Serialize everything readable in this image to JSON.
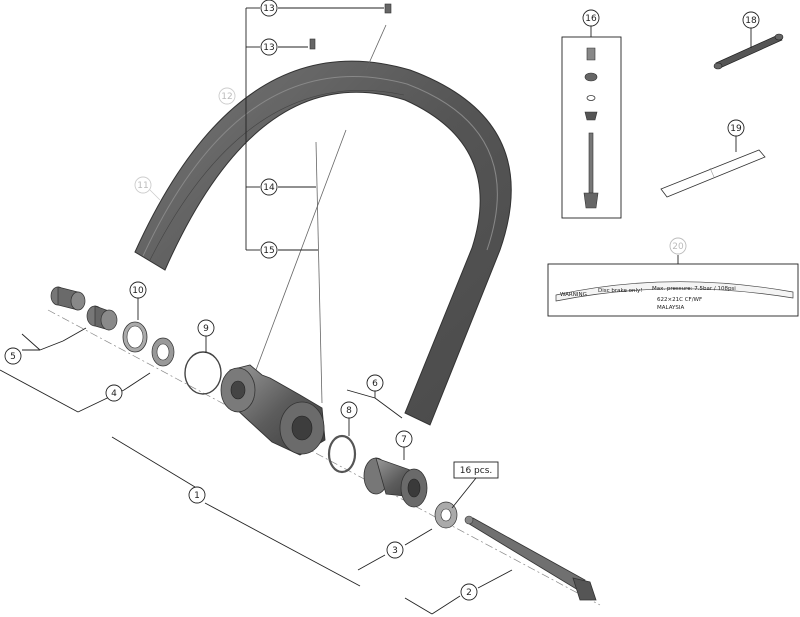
{
  "callouts": {
    "c1": "1",
    "c2": "2",
    "c3": "3",
    "c4": "4",
    "c5": "5",
    "c6": "6",
    "c7": "7",
    "c8": "8",
    "c9": "9",
    "c10": "10",
    "c11": "11",
    "c12": "12",
    "c13a": "13",
    "c13b": "13",
    "c14": "14",
    "c15": "15",
    "c16": "16",
    "c18": "18",
    "c19": "19",
    "c20": "20"
  },
  "quantity_note": "16 pcs.",
  "rim_label": {
    "warning": "WARNING",
    "disc_brake": "Disc brake only!",
    "max_pressure": "Max. pressure: 7.5bar / 108psi",
    "size": "622×21C CF/WF",
    "origin": "MALAYSIA"
  },
  "colors": {
    "line": "#222222",
    "part_fill": "#5a5a5a",
    "part_dark": "#3d3d3d",
    "part_light": "#8c8c8c",
    "faded": "#c8c8c8"
  }
}
